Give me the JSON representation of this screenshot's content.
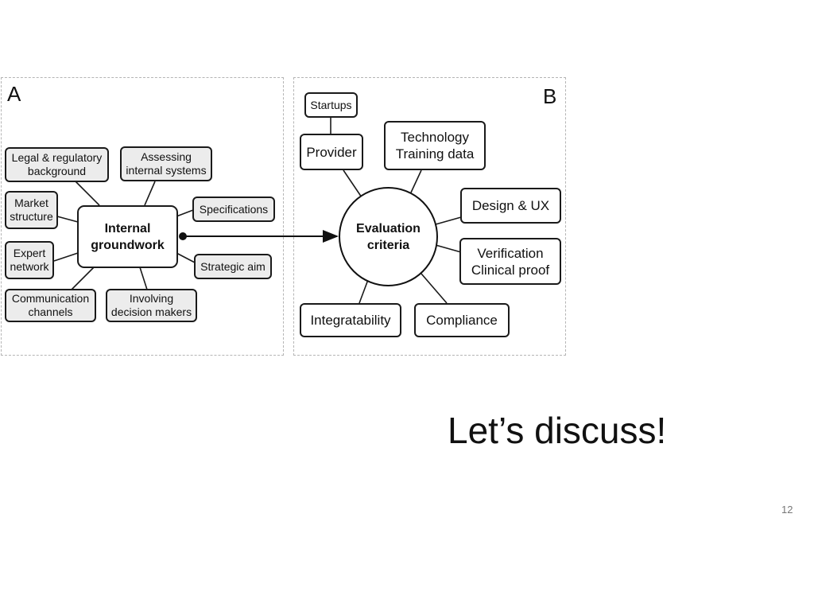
{
  "panel_a": {
    "letter": "A",
    "hub": "Internal\ngroundwork",
    "nodes": {
      "legal": "Legal & regulatory\nbackground",
      "assessing": "Assessing\ninternal systems",
      "market": "Market\nstructure",
      "specifications": "Specifications",
      "expert": "Expert\nnetwork",
      "strategic": "Strategic aim",
      "communication": "Communication\nchannels",
      "involving": "Involving\ndecision makers"
    }
  },
  "panel_b": {
    "letter": "B",
    "hub": "Evaluation\ncriteria",
    "nodes": {
      "startups": "Startups",
      "provider": "Provider",
      "technology": "Technology\nTraining data",
      "design": "Design & UX",
      "verification": "Verification\nClinical proof",
      "integratability": "Integratability",
      "compliance": "Compliance"
    }
  },
  "slide": {
    "heading": "Let’s discuss!",
    "page_number": "12"
  }
}
